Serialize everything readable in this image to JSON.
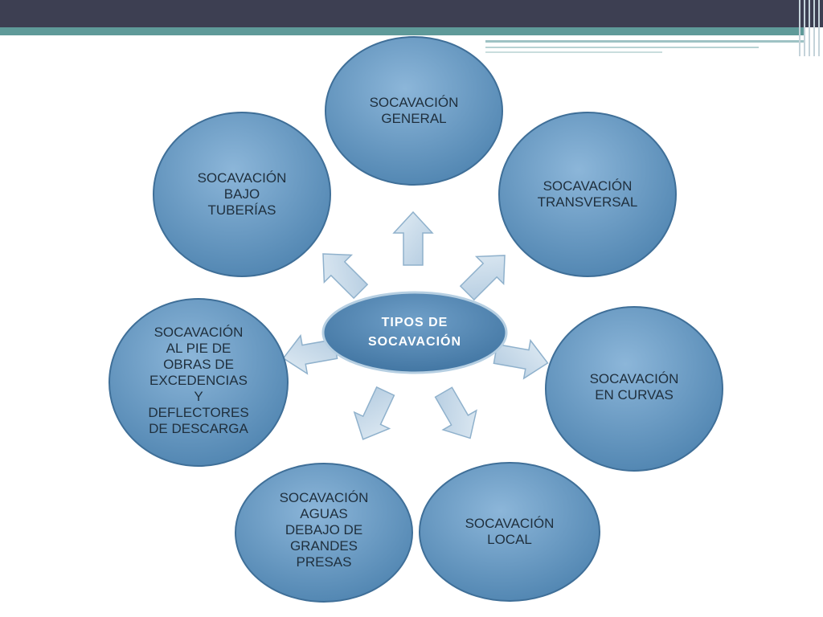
{
  "diagram": {
    "center": {
      "lines": [
        "TIPOS DE",
        "SOCAVACIÓN"
      ]
    },
    "nodes": [
      {
        "id": "general",
        "lines": [
          "SOCAVACIÓN",
          "GENERAL"
        ]
      },
      {
        "id": "transversal",
        "lines": [
          "SOCAVACIÓN",
          "TRANSVERSAL"
        ]
      },
      {
        "id": "curvas",
        "lines": [
          "SOCAVACIÓN",
          "EN CURVAS"
        ]
      },
      {
        "id": "local",
        "lines": [
          "SOCAVACIÓN",
          "LOCAL"
        ]
      },
      {
        "id": "presas",
        "lines": [
          "SOCAVACIÓN",
          "AGUAS",
          "DEBAJO DE",
          "GRANDES",
          "PRESAS"
        ]
      },
      {
        "id": "pie-obras",
        "lines": [
          "SOCAVACIÓN",
          "AL PIE DE",
          "OBRAS DE",
          "EXCEDENCIAS",
          "Y",
          "DEFLECTORES",
          "DE DESCARGA"
        ]
      },
      {
        "id": "tuberias",
        "lines": [
          "SOCAVACIÓN",
          "BAJO",
          "TUBERÍAS"
        ]
      }
    ]
  },
  "colors": {
    "node_fill_light": "#8cb6d9",
    "node_fill_dark": "#4f84b0",
    "node_stroke": "#3f6f98",
    "arrow_fill": "#c7d9e7",
    "arrow_stroke": "#8fb1cc",
    "center_fill": "#4f86b4"
  }
}
